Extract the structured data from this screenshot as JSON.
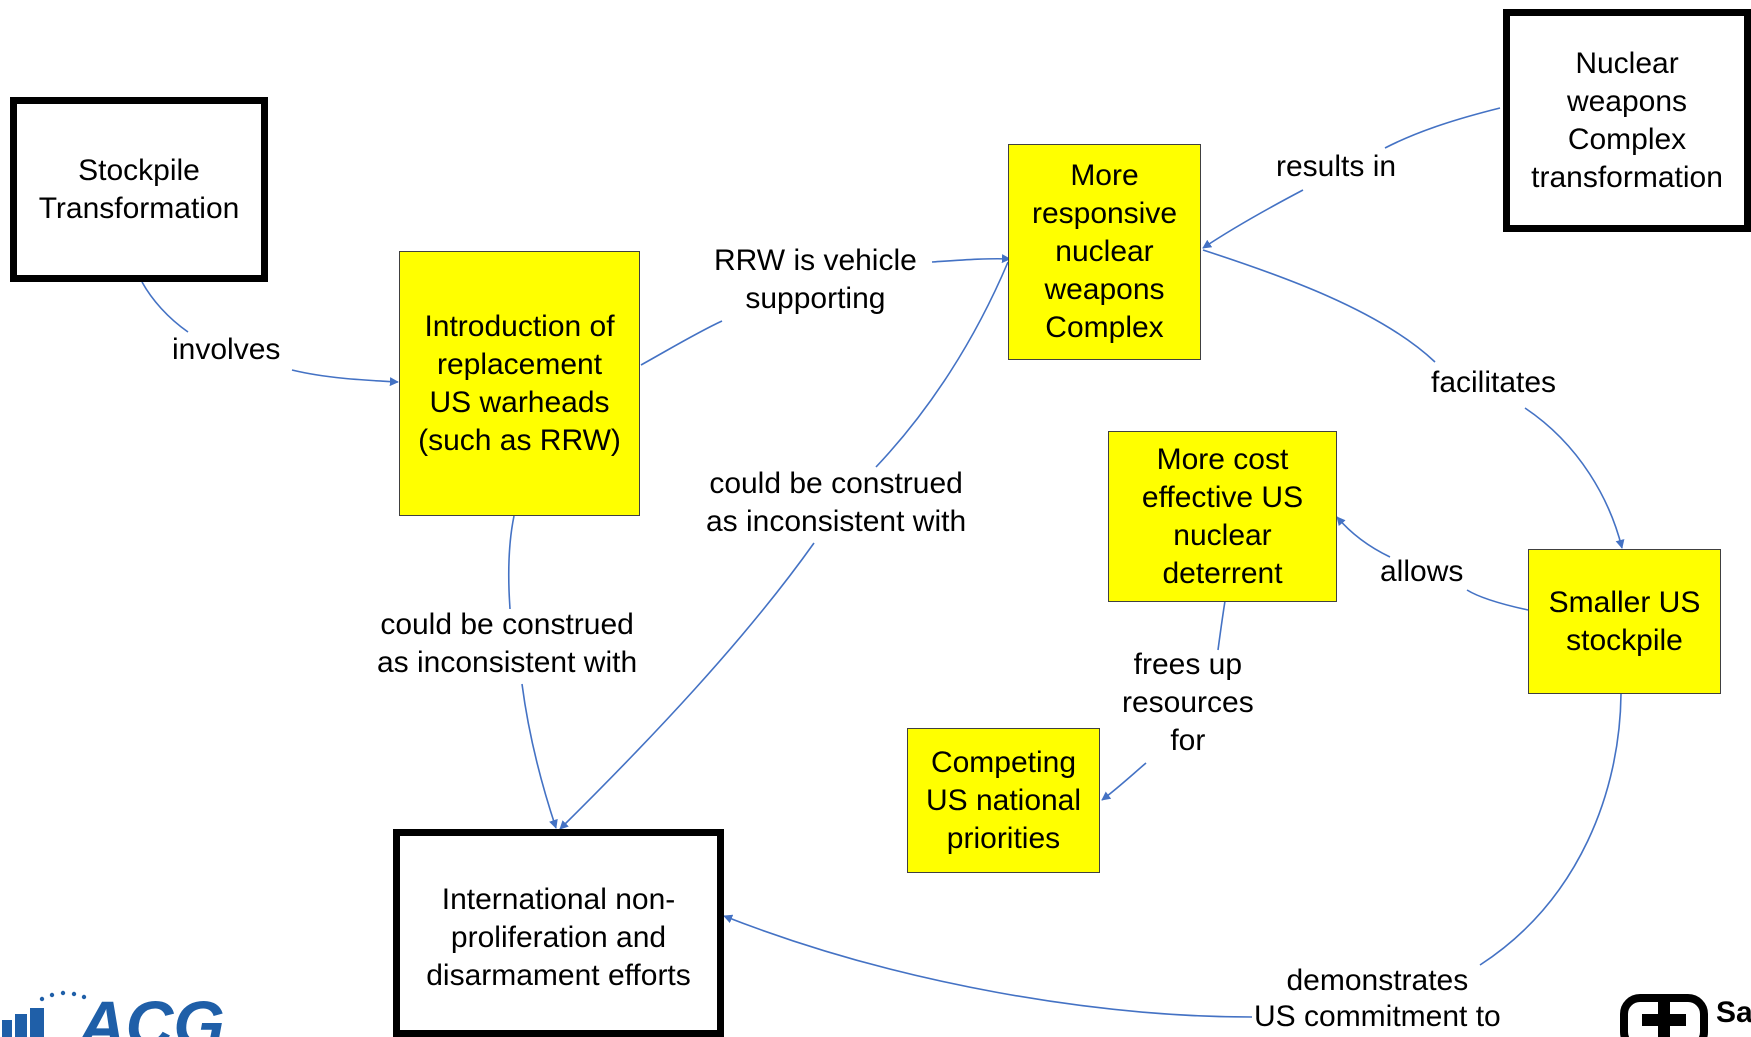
{
  "nodes": {
    "stockpile_transformation": "Stockpile\nTransformation",
    "nuclear_complex_transformation": "Nuclear\nweapons\nComplex\ntransformation",
    "introduction_replacement": "Introduction of\nreplacement\nUS warheads\n(such as RRW)",
    "responsive_complex": "More\nresponsive\nnuclear\nweapons\nComplex",
    "cost_effective_deterrent": "More cost\neffective US\nnuclear\ndeterrent",
    "smaller_stockpile": "Smaller US\nstockpile",
    "competing_priorities": "Competing\nUS national\npriorities",
    "nonproliferation": "International non-\nproliferation and\ndisarmament efforts"
  },
  "edge_labels": {
    "involves": "involves",
    "rrw_vehicle": "RRW is vehicle\nsupporting",
    "results_in": "results in",
    "facilitates": "facilitates",
    "allows": "allows",
    "frees_up": "frees up\nresources\nfor",
    "construed_left": "could be construed\nas inconsistent with",
    "construed_center": "could be construed\nas inconsistent with",
    "demonstrates": "demonstrates\nUS commitment to"
  },
  "logos": {
    "left": "ACG",
    "right": "Sa"
  },
  "colors": {
    "concept_fill": "#ffff00",
    "edge": "#4472c4",
    "border": "#000000"
  }
}
